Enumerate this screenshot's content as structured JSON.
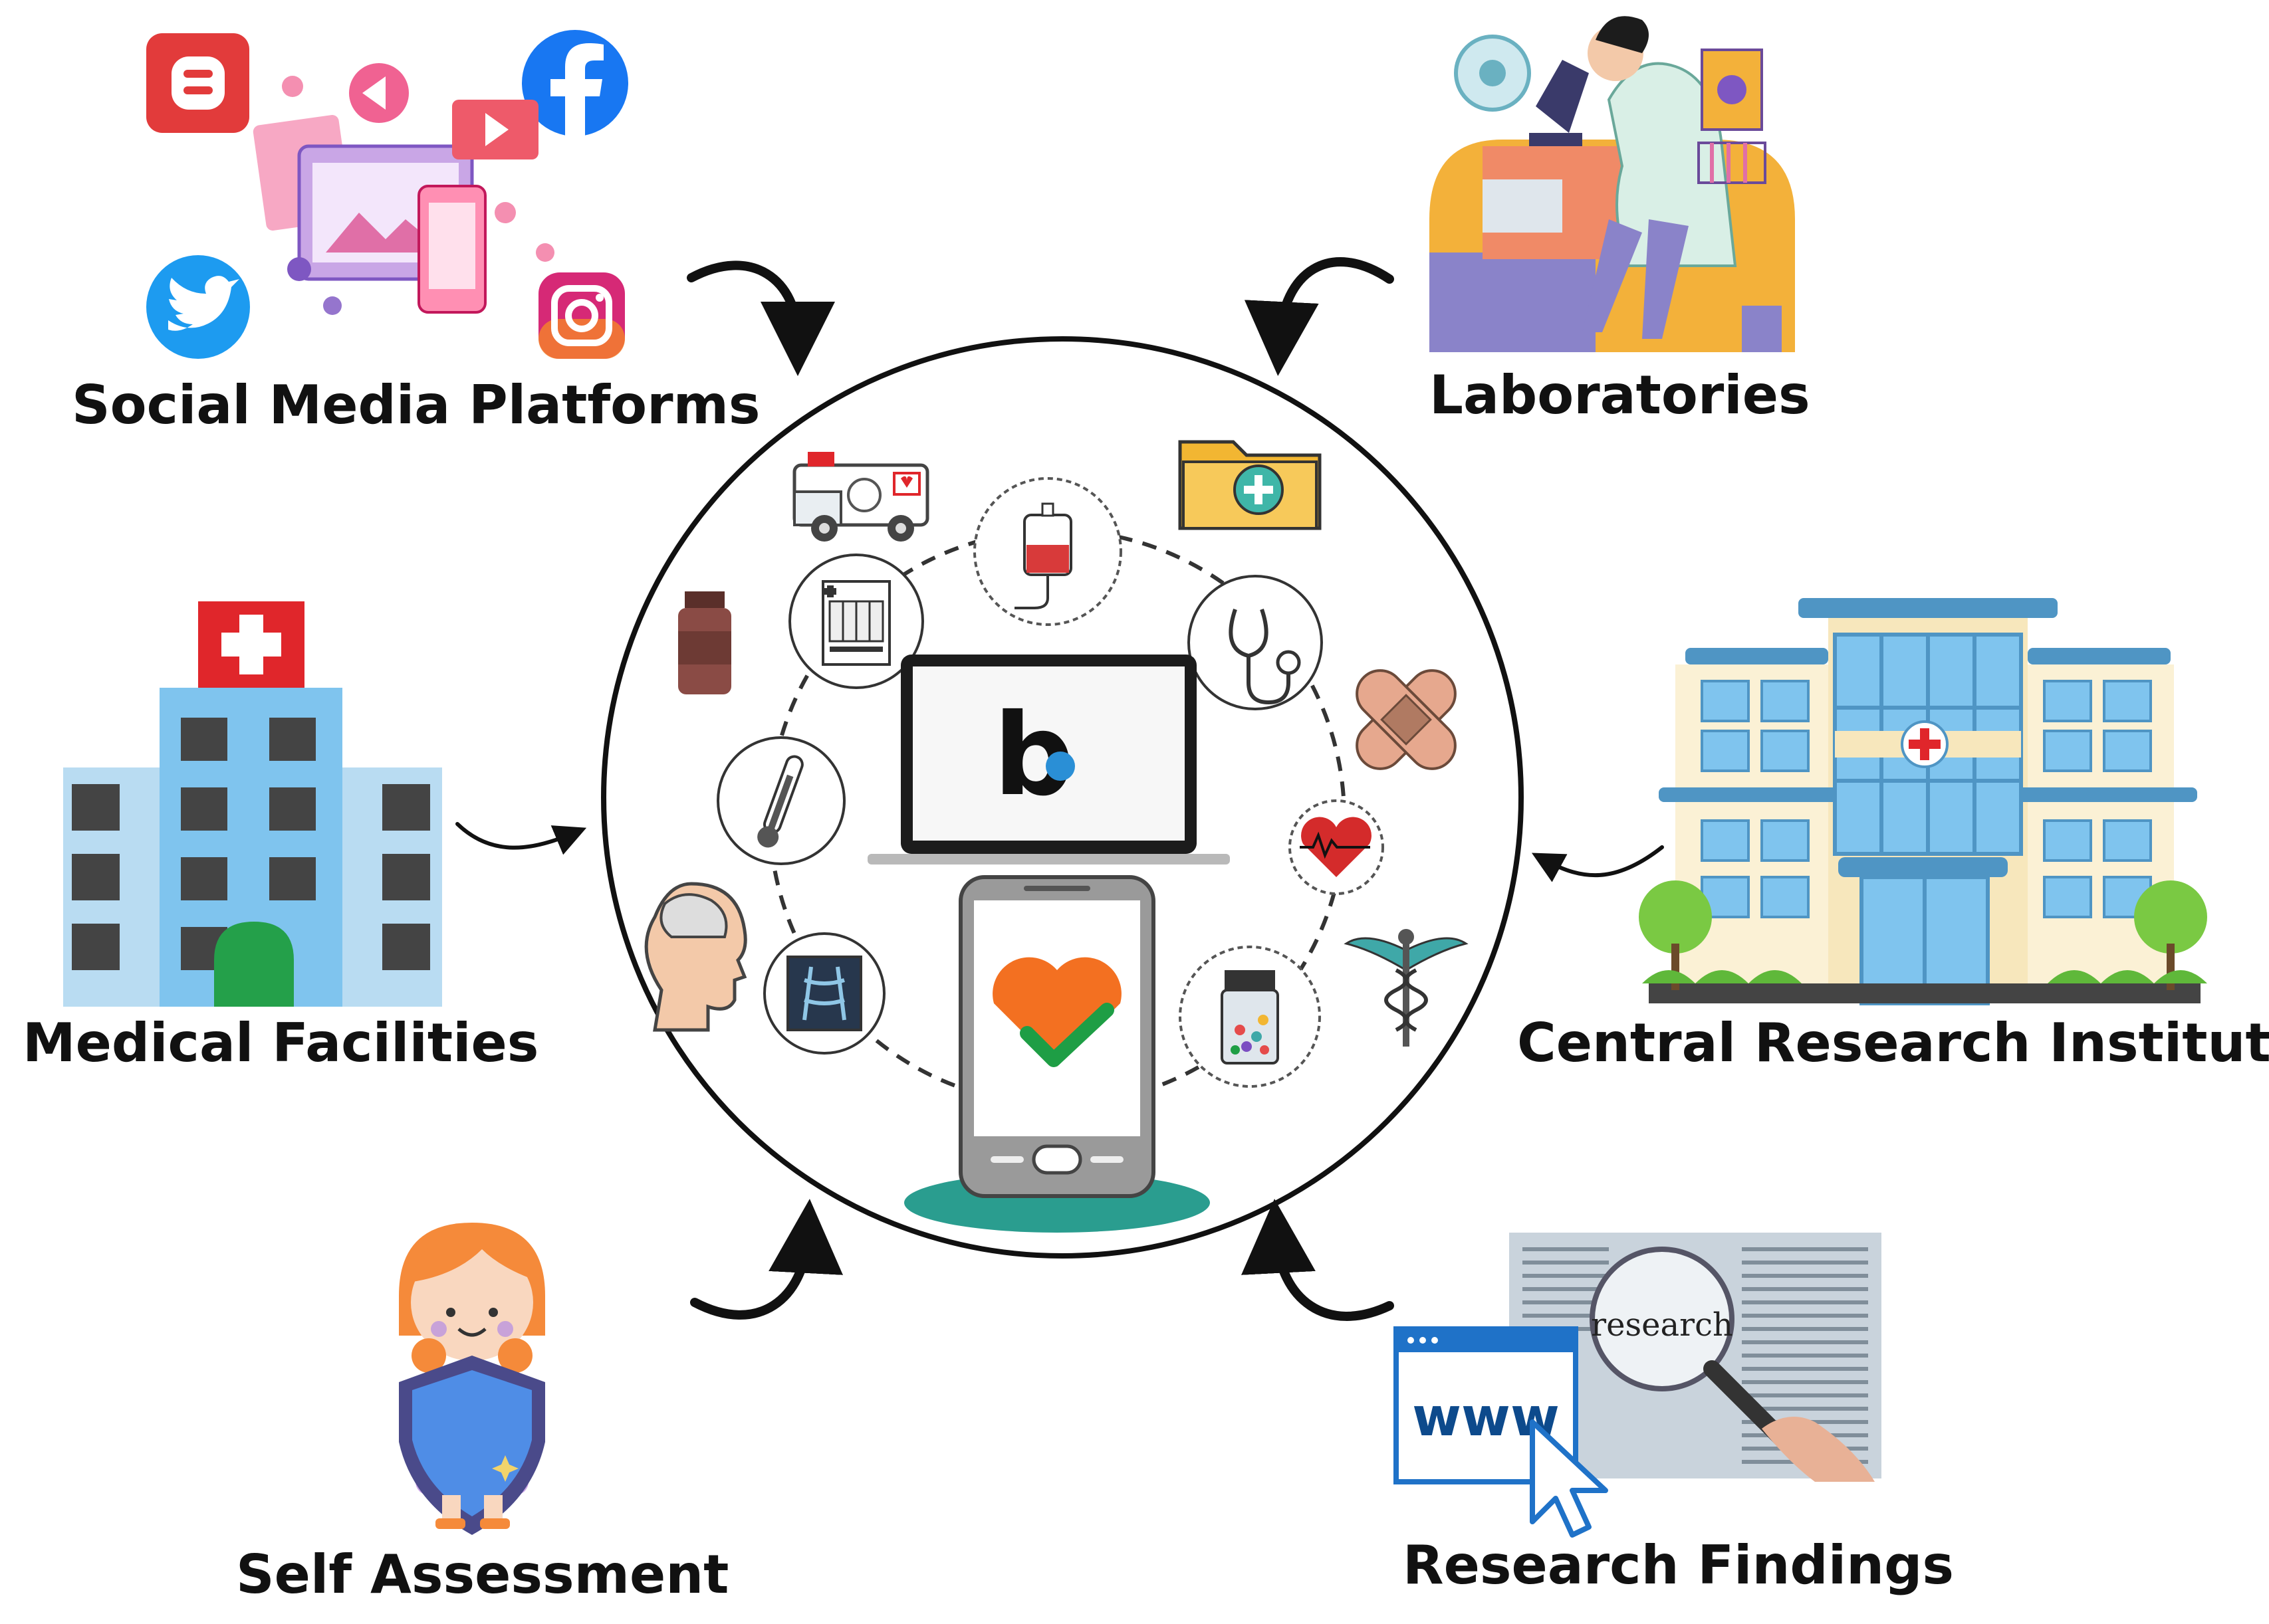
{
  "sources": {
    "social_media": "Social Media Platforms",
    "laboratories": "Laboratories",
    "medical_facilities": "Medical Facilities",
    "central_research": "Central Research Institute",
    "self_assessment": "Self Assessment",
    "research_findings": "Research Findings"
  },
  "center": {
    "app_logo_letter": "b"
  },
  "research_image": {
    "www_text": "www",
    "magnified_word": "research"
  },
  "icon_names": [
    "ambulance-icon",
    "iv-blood-bag-icon",
    "medical-folder-icon",
    "medical-report-icon",
    "stethoscope-icon",
    "medicine-bottle-icon",
    "bandage-icon",
    "thermometer-icon",
    "heartbeat-icon",
    "brain-head-icon",
    "caduceus-icon",
    "x-ray-icon",
    "pill-jar-icon",
    "laptop-icon",
    "smartphone-icon",
    "heart-check-icon",
    "blogger-icon",
    "facebook-icon",
    "twitter-icon",
    "instagram-icon",
    "hospital-icon",
    "research-building-icon",
    "scientist-microscope-icon",
    "girl-shield-icon",
    "magnifier-icon",
    "cursor-icon"
  ],
  "colors": {
    "orange_heart": "#f37021",
    "green_check": "#1e9e45",
    "teal_base": "#2a9d8f",
    "building_blue": "#7fc4ee",
    "hospital_red": "#e0262b"
  }
}
